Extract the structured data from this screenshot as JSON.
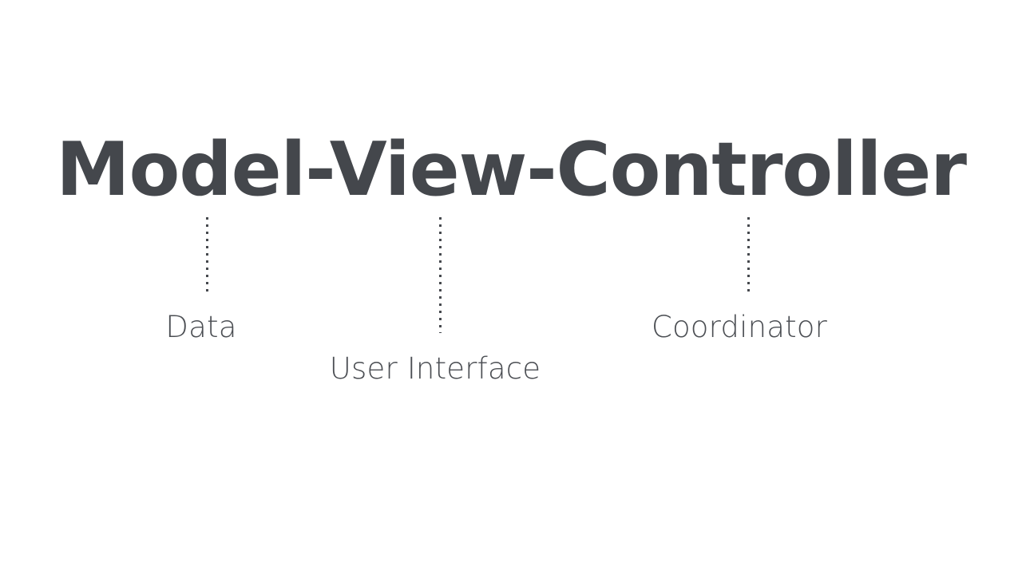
{
  "slide": {
    "background_color": "#ffffff",
    "title": {
      "text": "Model-View-Controller",
      "color": "#44474c"
    },
    "connectors": [
      {
        "name": "model-connector",
        "style": "dotted-vertical",
        "color": "#46494e"
      },
      {
        "name": "view-connector",
        "style": "dotted-vertical",
        "color": "#46494e"
      },
      {
        "name": "controller-connector",
        "style": "dotted-vertical",
        "color": "#46494e"
      }
    ],
    "labels": [
      {
        "term": "Model",
        "text": "Data",
        "color": "#4b4e53"
      },
      {
        "term": "View",
        "text": "User Interface",
        "color": "#4b4e53"
      },
      {
        "term": "Controller",
        "text": "Coordinator",
        "color": "#4b4e53"
      }
    ]
  }
}
